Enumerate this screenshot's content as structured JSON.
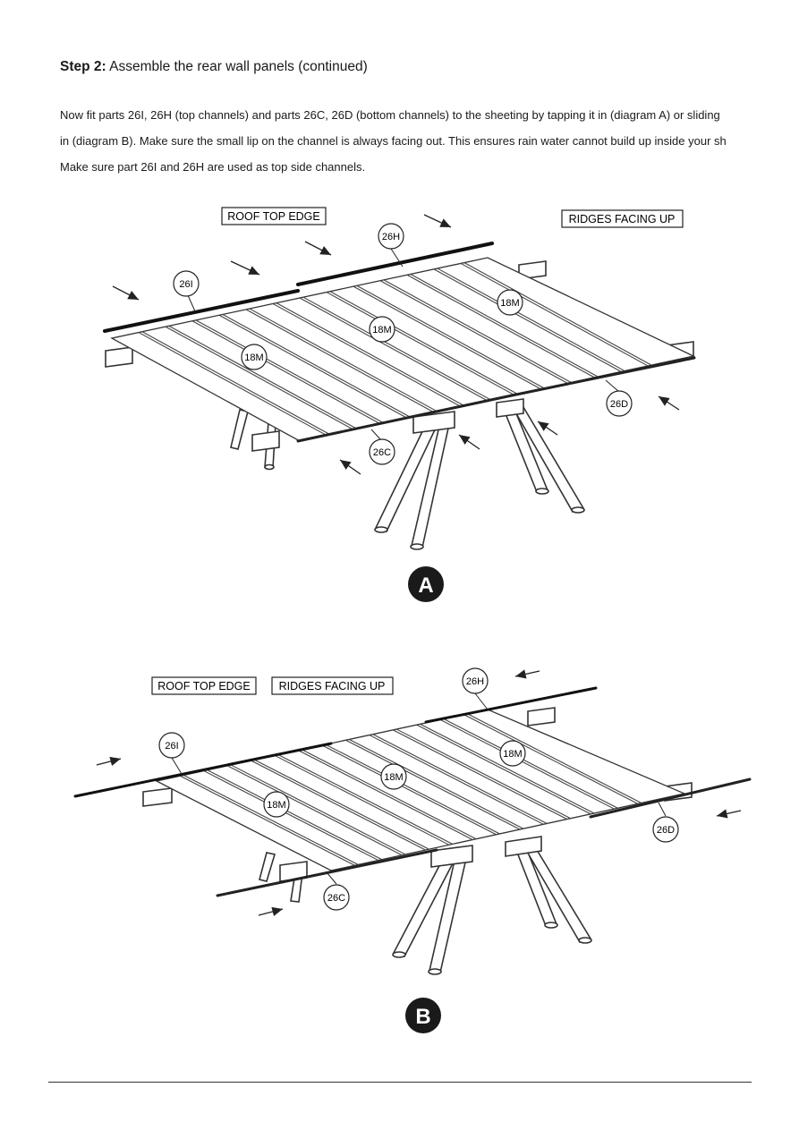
{
  "step": {
    "label": "Step 2:",
    "title": "Assemble the rear wall panels (continued)"
  },
  "instructions": [
    "Now fit parts 26I, 26H (top channels) and parts 26C, 26D (bottom channels) to the sheeting by tapping it in (diagram A) or sliding",
    "in (diagram B). Make sure the small lip on the channel is always facing out. This ensures rain water cannot build up inside your sh",
    "Make sure part 26I and 26H are used as top side channels."
  ],
  "diagram_a": {
    "badge": "A",
    "labels": {
      "roof_top_edge": "ROOF TOP EDGE",
      "ridges_facing_up": "RIDGES FACING UP"
    },
    "callouts": {
      "p26h": "26H",
      "p26i": "26I",
      "p18m_left": "18M",
      "p18m_mid": "18M",
      "p18m_right": "18M",
      "p26c": "26C",
      "p26d": "26D"
    }
  },
  "diagram_b": {
    "badge": "B",
    "labels": {
      "roof_top_edge": "ROOF TOP EDGE",
      "ridges_facing_up": "RIDGES FACING UP"
    },
    "callouts": {
      "p26h": "26H",
      "p26i": "26I",
      "p18m_left": "18M",
      "p18m_mid": "18M",
      "p18m_right": "18M",
      "p26c": "26C",
      "p26d": "26D"
    }
  }
}
